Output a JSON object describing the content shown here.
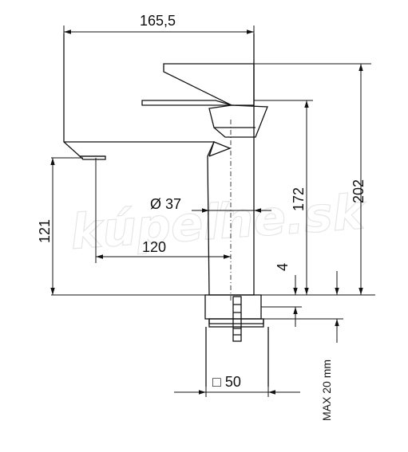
{
  "watermark": "kúpeľne.sk",
  "dimensions": {
    "width_top": "165,5",
    "total_height": "202",
    "lever_height": "172",
    "spout_height": "121",
    "spout_reach": "120",
    "body_diameter": "Ø 37",
    "deck_gap": "4",
    "base_square": "□ 50",
    "max_deck": "MAX 20 mm"
  },
  "colors": {
    "line": "#111111",
    "watermark": "#e6e6e6"
  }
}
